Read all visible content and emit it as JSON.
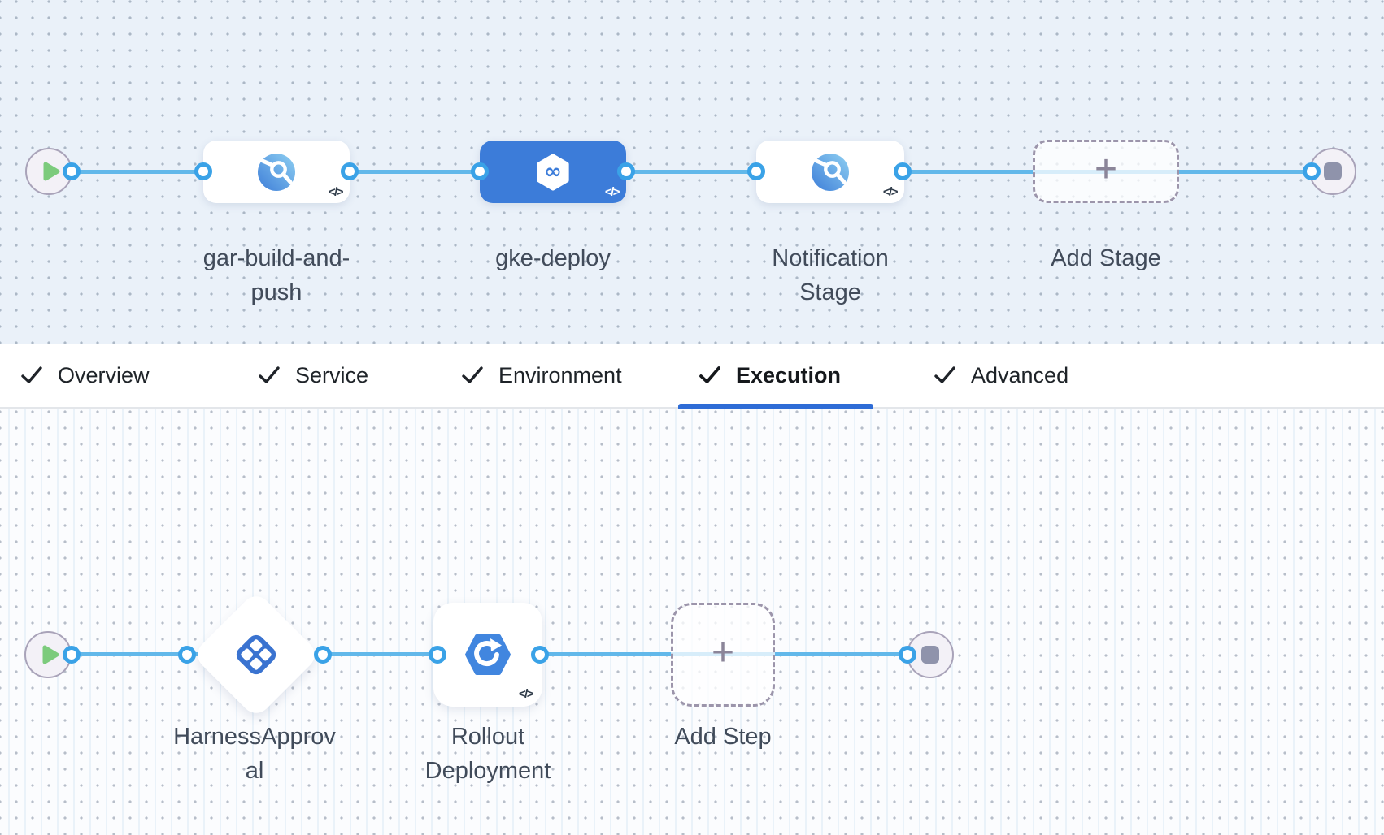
{
  "pipeline": {
    "stages": [
      {
        "label": "gar-build-and-push",
        "icon": "custom-stage-icon",
        "selected": false
      },
      {
        "label": "gke-deploy",
        "icon": "cd-stage-icon",
        "selected": true
      },
      {
        "label": "Notification Stage",
        "icon": "custom-stage-icon",
        "selected": false
      }
    ],
    "add_stage_label": "Add Stage"
  },
  "tabs": {
    "items": [
      {
        "label": "Overview",
        "checked": true,
        "active": false
      },
      {
        "label": "Service",
        "checked": true,
        "active": false
      },
      {
        "label": "Environment",
        "checked": true,
        "active": false
      },
      {
        "label": "Execution",
        "checked": true,
        "active": true
      },
      {
        "label": "Advanced",
        "checked": true,
        "active": false
      }
    ]
  },
  "execution": {
    "steps": [
      {
        "label": "HarnessApproval",
        "icon": "approval-step-icon"
      },
      {
        "label": "Rollout Deployment",
        "icon": "rollout-deployment-icon"
      }
    ],
    "add_step_label": "Add Step"
  },
  "glyphs": {
    "code": "</>",
    "plus": "+"
  },
  "colors": {
    "selected_stage_blue": "#3C7CD9",
    "connector_blue": "#62B8EA",
    "connector_ring": "#3AA2E7",
    "tab_underline": "#2E6CD6",
    "play_green": "#7CCB7C",
    "end_square_gray": "#8F93AB",
    "approval_icon_blue": "#3A73D0",
    "rollout_icon_blue": "#4186DF",
    "canvas_top_bg": "#EAF1F9",
    "canvas_bottom_bg": "#FBFCFE"
  }
}
